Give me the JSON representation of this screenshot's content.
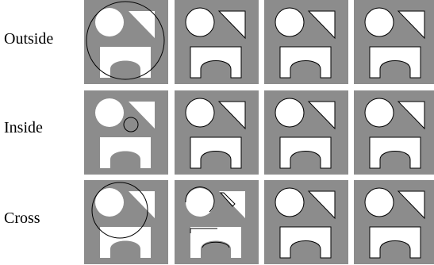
{
  "colors": {
    "panel_bg": "#8c8c8c",
    "shape_fill": "#ffffff",
    "contour": "#000000"
  },
  "rows": [
    {
      "label": "Outside",
      "initial_contour": "large circle enclosing all shapes",
      "panels": [
        "initial",
        "converged",
        "converged",
        "converged"
      ]
    },
    {
      "label": "Inside",
      "initial_contour": "small circle inside the image",
      "panels": [
        "initial",
        "converged",
        "converged",
        "converged"
      ]
    },
    {
      "label": "Cross",
      "initial_contour": "circle crossing shape boundaries",
      "panels": [
        "initial",
        "partial",
        "converged",
        "converged"
      ]
    }
  ]
}
